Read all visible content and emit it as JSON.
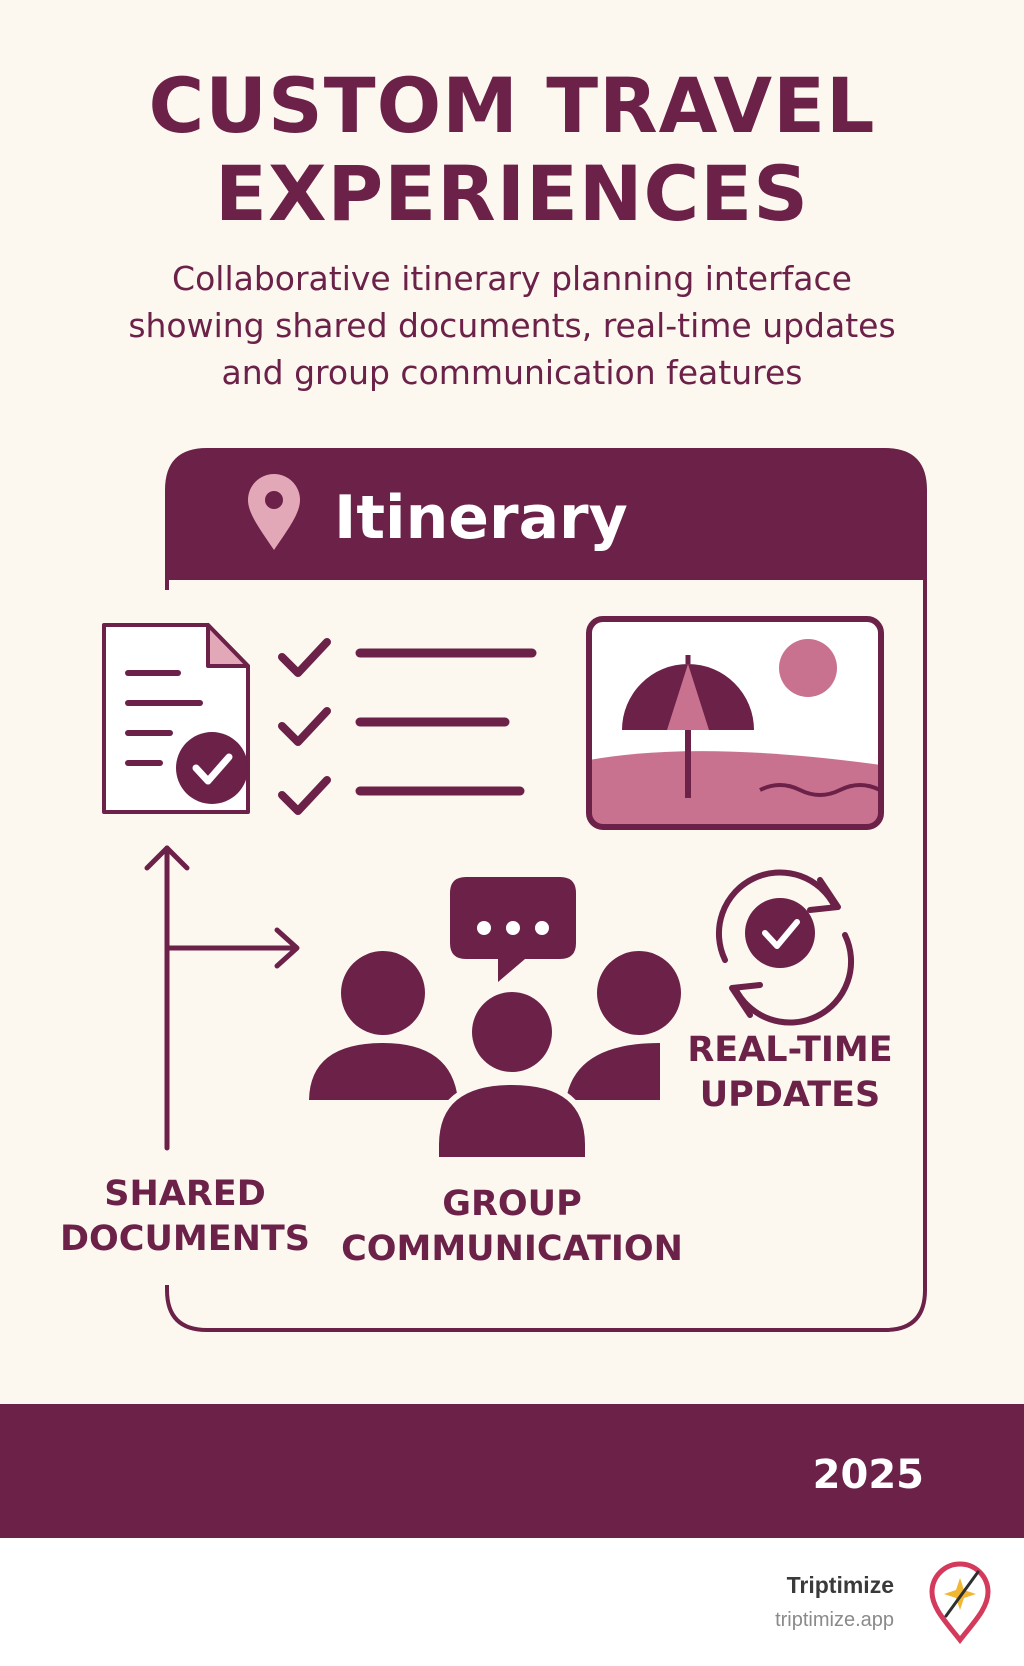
{
  "header": {
    "title_line1": "CUSTOM TRAVEL",
    "title_line2": "EXPERIENCES",
    "subtitle_line1": "Collaborative itinerary planning interface",
    "subtitle_line2": "showing shared documents, real-time updates",
    "subtitle_line3": "and group communication features"
  },
  "card": {
    "header_title": "Itinerary",
    "header_icon": "location-pin-icon"
  },
  "features": {
    "shared_line1": "SHARED",
    "shared_line2": "DOCUMENTS",
    "group_line1": "GROUP",
    "group_line2": "COMMUNICATION",
    "realtime_line1": "REAL-TIME",
    "realtime_line2": "UPDATES"
  },
  "band": {
    "year": "2025"
  },
  "footer": {
    "brand_name": "Triptimize",
    "brand_url": "triptimize.app"
  },
  "colors": {
    "primary": "#6b2148",
    "accent": "#c9728f",
    "light_accent": "#e3a8b8",
    "background": "#fcf8f0"
  },
  "icons": [
    "document-check-icon",
    "checklist-icon",
    "beach-image-icon",
    "chat-bubble-icon",
    "group-people-icon",
    "sync-check-icon",
    "arrow-icon"
  ]
}
